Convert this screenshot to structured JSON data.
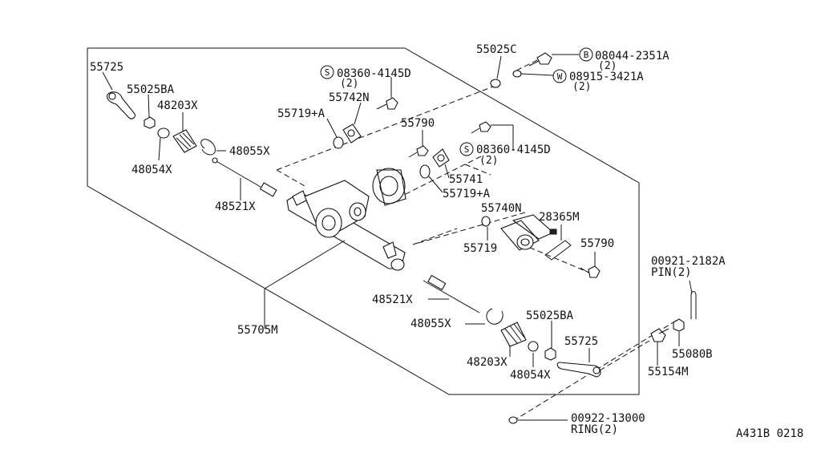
{
  "labels": {
    "p55725_top": "55725",
    "p55025BA_top": "55025BA",
    "p48203X_top": "48203X",
    "p48054X_top": "48054X",
    "p48055X_top": "48055X",
    "p48521X_top": "48521X",
    "p55719A_top": "55719+A",
    "p55742N": "55742N",
    "s_bolt_top": "08360-4145D",
    "s_bolt_top_qty": "(2)",
    "p55025C": "55025C",
    "b_bolt": "08044-2351A",
    "b_bolt_qty": "(2)",
    "w_washer": "08915-3421A",
    "w_washer_qty": "(2)",
    "p55790_top": "55790",
    "s_bolt_mid": "08360-4145D",
    "s_bolt_mid_qty": "(2)",
    "p55741": "55741",
    "p55719A_mid": "55719+A",
    "p55740N": "55740N",
    "p28365M": "28365M",
    "p55719": "55719",
    "p55790_low": "55790",
    "pin_part": "00921-2182A",
    "pin_name": "PIN(2)",
    "p55705M": "55705M",
    "p48521X_low": "48521X",
    "p48055X_low": "48055X",
    "p55025BA_low": "55025BA",
    "p55725_low": "55725",
    "p48203X_low": "48203X",
    "p48054X_low": "48054X",
    "p55154M": "55154M",
    "p55080B": "55080B",
    "ring_part": "00922-13000",
    "ring_name": "RING(2)",
    "drawing_code": "A431B 0218"
  },
  "symbols": {
    "s_top": "S",
    "b": "B",
    "w": "W",
    "s_mid": "S"
  }
}
